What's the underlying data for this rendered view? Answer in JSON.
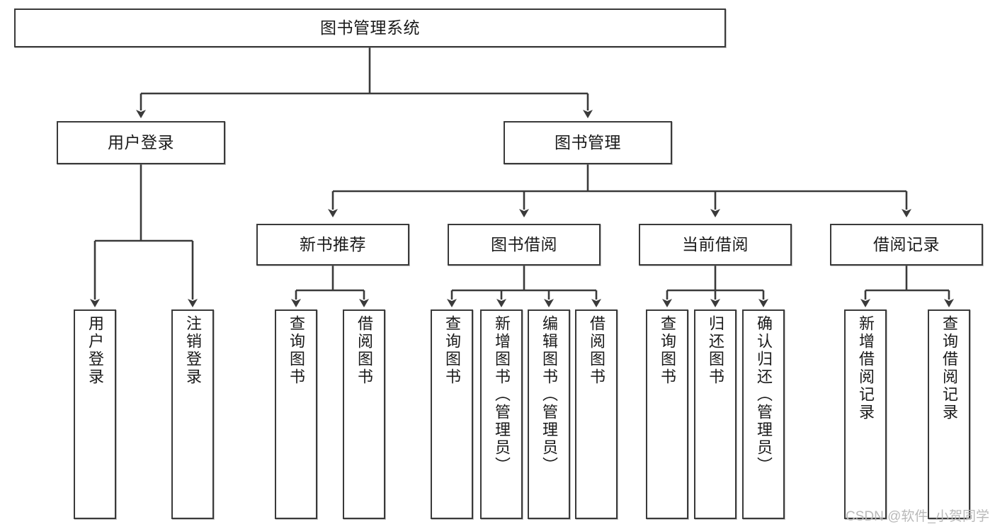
{
  "diagram": {
    "type": "tree-hierarchy",
    "title": "图书管理系统",
    "colors": {
      "box_border": "#3a3a3a",
      "box_fill": "#ffffff",
      "line": "#3a3a3a",
      "text": "#1a1a1a",
      "watermark": "#b9b9b9"
    },
    "levels": {
      "root": {
        "label": "图书管理系统"
      },
      "level2": [
        {
          "id": "user-login",
          "label": "用户登录"
        },
        {
          "id": "book-management",
          "label": "图书管理"
        }
      ],
      "level3": [
        {
          "id": "new-book-recommend",
          "label": "新书推荐",
          "parent": "book-management"
        },
        {
          "id": "book-borrow",
          "label": "图书借阅",
          "parent": "book-management"
        },
        {
          "id": "current-borrow",
          "label": "当前借阅",
          "parent": "book-management"
        },
        {
          "id": "borrow-record",
          "label": "借阅记录",
          "parent": "book-management"
        }
      ],
      "leaves": [
        {
          "id": "leaf-user-login",
          "label": "用户登录",
          "parent": "user-login"
        },
        {
          "id": "leaf-logout",
          "label": "注销登录",
          "parent": "user-login"
        },
        {
          "id": "leaf-query-book-1",
          "label": "查询图书",
          "parent": "new-book-recommend"
        },
        {
          "id": "leaf-borrow-book-1",
          "label": "借阅图书",
          "parent": "new-book-recommend"
        },
        {
          "id": "leaf-query-book-2",
          "label": "查询图书",
          "parent": "book-borrow"
        },
        {
          "id": "leaf-add-book",
          "label": "新增图书（管理员）",
          "parent": "book-borrow"
        },
        {
          "id": "leaf-edit-book",
          "label": "编辑图书（管理员）",
          "parent": "book-borrow"
        },
        {
          "id": "leaf-borrow-book-2",
          "label": "借阅图书",
          "parent": "book-borrow"
        },
        {
          "id": "leaf-query-book-3",
          "label": "查询图书",
          "parent": "current-borrow"
        },
        {
          "id": "leaf-return-book",
          "label": "归还图书",
          "parent": "current-borrow"
        },
        {
          "id": "leaf-confirm-return",
          "label": "确认归还（管理员）",
          "parent": "current-borrow"
        },
        {
          "id": "leaf-add-record",
          "label": "新增借阅记录",
          "parent": "borrow-record"
        },
        {
          "id": "leaf-query-record",
          "label": "查询借阅记录",
          "parent": "borrow-record"
        }
      ]
    },
    "watermark": "CSDN @软件_小贺同学"
  }
}
